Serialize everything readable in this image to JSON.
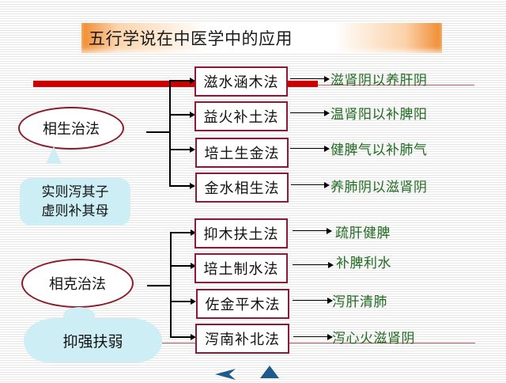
{
  "title": "五行学说在中医学中的应用",
  "colors": {
    "title_gradient_edge": "#f28a2c",
    "red_bar": "#cc0000",
    "box_border": "#8b1a3a",
    "result_text": "#1e6b1e",
    "callout_bg": "#cdeef5",
    "nav_arrow": "#1e5a8c"
  },
  "groups": [
    {
      "name": "相生治法",
      "principle": [
        "实则泻其子",
        "虚则补其母"
      ],
      "methods": [
        {
          "label": "滋水涵木法",
          "result": "滋肾阴以养肝阴"
        },
        {
          "label": "益火补土法",
          "result": "温肾阳以补脾阳"
        },
        {
          "label": "培土生金法",
          "result": "健脾气以补肺气"
        },
        {
          "label": "金水相生法",
          "result": "养肺阴以滋肾阴"
        }
      ]
    },
    {
      "name": "相克治法",
      "principle": [
        "抑强扶弱"
      ],
      "methods": [
        {
          "label": "抑木扶土法",
          "result": "疏肝健脾"
        },
        {
          "label": "培土制水法",
          "result": "补脾利水"
        },
        {
          "label": "佐金平木法",
          "result": "泻肝清肺"
        },
        {
          "label": "泻南补北法",
          "result": "泻心火滋肾阴"
        }
      ]
    }
  ],
  "nav": {
    "prev_icon": "left-arrow-icon",
    "up_icon": "up-arrow-icon"
  }
}
